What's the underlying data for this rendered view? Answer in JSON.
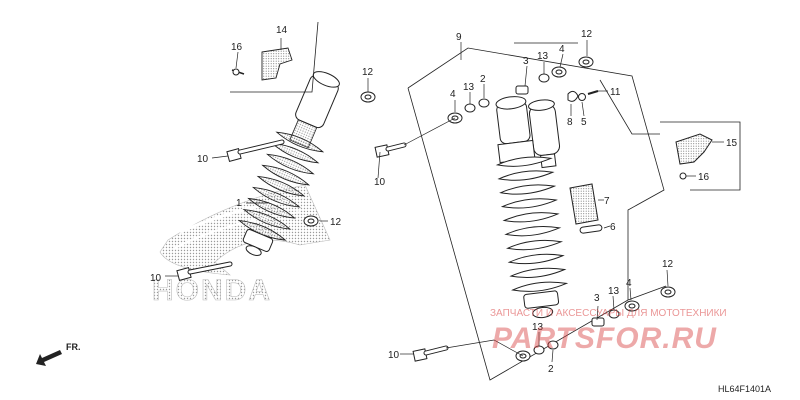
{
  "callouts": {
    "n1": "1",
    "n2": "2",
    "n3": "3",
    "n4": "4",
    "n5": "5",
    "n6": "6",
    "n7": "7",
    "n8": "8",
    "n9": "9",
    "n10": "10",
    "n11": "11",
    "n12": "12",
    "n13": "13",
    "n14": "14",
    "n15": "15",
    "n16": "16"
  },
  "front_marker": "FR.",
  "brand_logo_text": "HONDA",
  "diagram_code": "HL64F1401A",
  "watermark": {
    "tagline": "ЗАПЧАСТИ И АКСЕССУАРЫ ДЛЯ МОТОТЕХНИКИ",
    "brand": "PARTSFOR.RU"
  },
  "colors": {
    "line": "#222222",
    "watermark": "#d84040",
    "logo_dots": "#bbbbbb"
  }
}
